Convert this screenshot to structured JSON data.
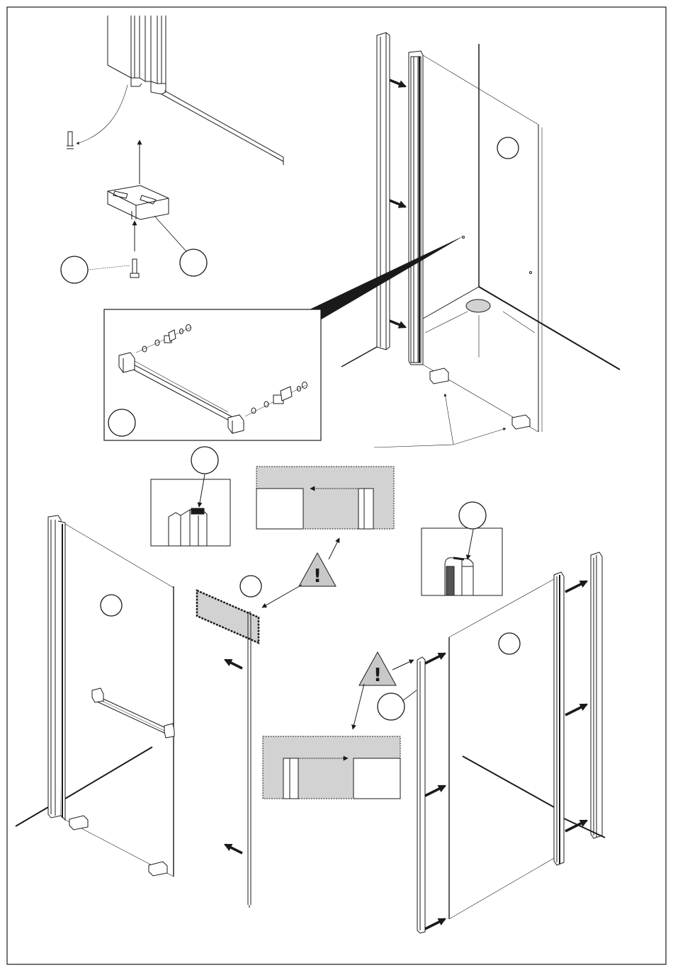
{
  "document": {
    "type": "assembly-instruction-sheet",
    "steps_shown": 5,
    "text_labels": []
  },
  "callouts": [
    {
      "id": "callout-bolt",
      "label": ""
    },
    {
      "id": "callout-bracket",
      "label": ""
    },
    {
      "id": "callout-upper-panel",
      "label": ""
    },
    {
      "id": "callout-towel-bar",
      "label": ""
    },
    {
      "id": "callout-seal-h",
      "label": ""
    },
    {
      "id": "callout-seal-round",
      "label": ""
    },
    {
      "id": "callout-left-panel",
      "label": ""
    },
    {
      "id": "callout-strip",
      "label": ""
    },
    {
      "id": "callout-right-panel",
      "label": ""
    },
    {
      "id": "callout-profile",
      "label": ""
    }
  ],
  "warnings": [
    {
      "id": "warning-top",
      "symbol": "!"
    },
    {
      "id": "warning-right",
      "symbol": "!"
    }
  ],
  "colors": {
    "line": "#1a1a1a",
    "shade": "#d2d2d2",
    "warning_fill": "#c8c8c8",
    "paper": "#ffffff"
  },
  "icons": [
    "arrow-icon",
    "warning-triangle-icon",
    "callout-circle-icon"
  ]
}
